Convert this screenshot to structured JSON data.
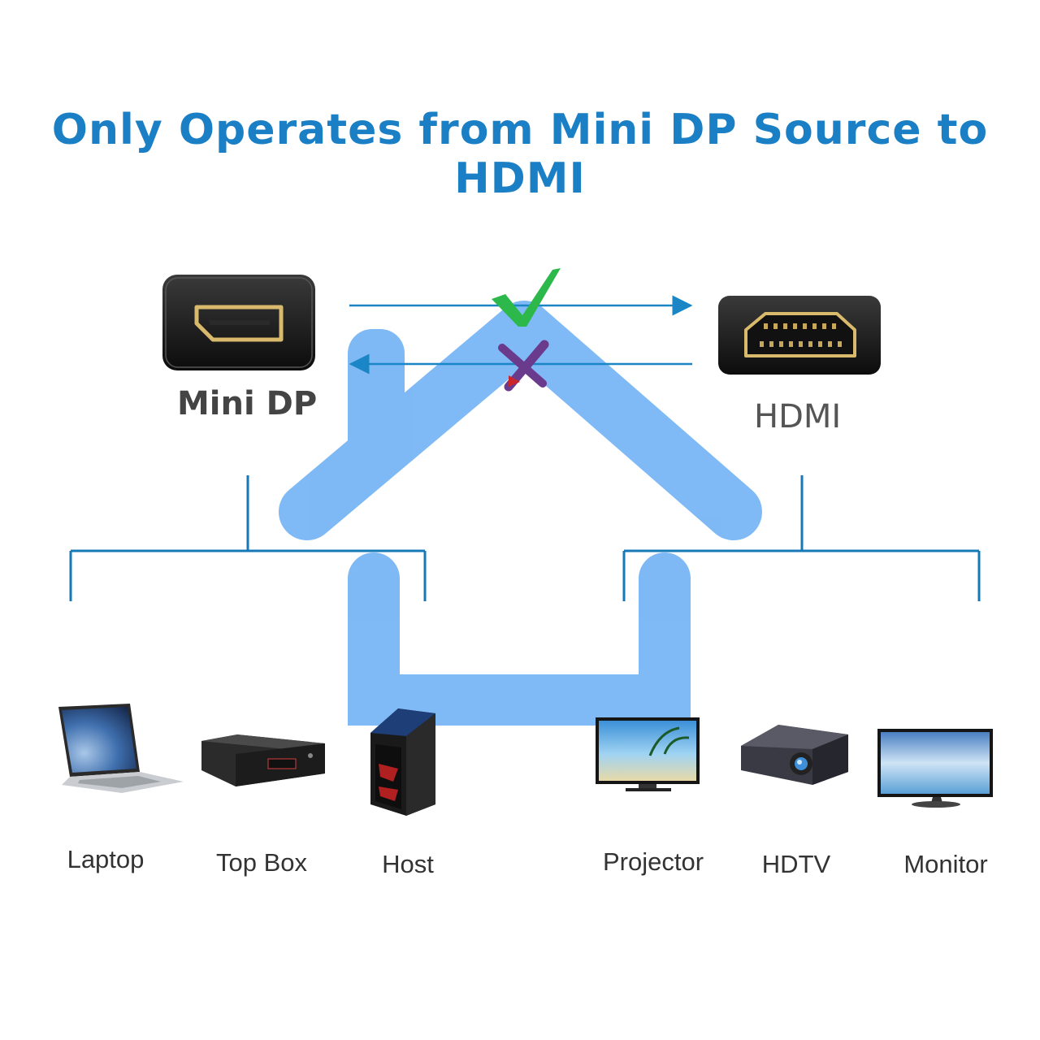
{
  "title": "Only Operates from Mini DP Source to HDMI",
  "source": {
    "label": "Mini DP"
  },
  "target": {
    "label": "HDMI"
  },
  "flow": {
    "forward": {
      "symbol": "check-icon",
      "color": "#2db84b"
    },
    "reverse": {
      "symbol": "cross-icon",
      "color": "#6a3a8c"
    }
  },
  "source_devices": [
    {
      "label": "Laptop",
      "icon": "laptop-icon"
    },
    {
      "label": "Top Box",
      "icon": "set-top-box-icon"
    },
    {
      "label": "Host",
      "icon": "desktop-tower-icon"
    }
  ],
  "target_devices": [
    {
      "label": "Projector",
      "icon": "tv-icon"
    },
    {
      "label": "HDTV",
      "icon": "projector-icon"
    },
    {
      "label": "Monitor",
      "icon": "monitor-icon"
    }
  ],
  "colors": {
    "title": "#1a7fc4",
    "tree_lines": "#1778b8",
    "house_shape": "#74b4f6"
  }
}
